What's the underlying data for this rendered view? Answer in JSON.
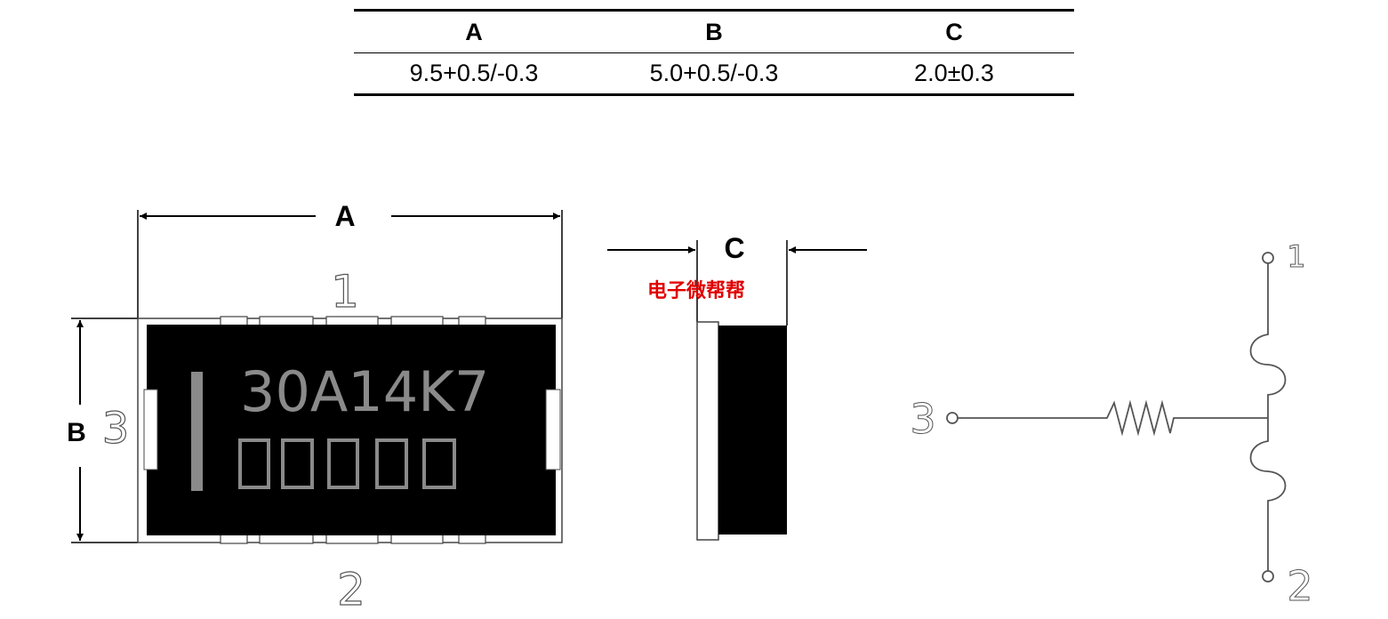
{
  "table": {
    "headers": [
      "A",
      "B",
      "C"
    ],
    "values": [
      "9.5+0.5/-0.3",
      "5.0+0.5/-0.3",
      "2.0±0.3"
    ]
  },
  "top_view": {
    "dim_a": "A",
    "dim_b": "B",
    "pin_top": "1",
    "pin_left": "3",
    "pin_bottom": "2",
    "marking_line1": "30A14K7",
    "marking_line2_boxes": 5
  },
  "side_view": {
    "dim_c": "C",
    "watermark": "电子微帮帮"
  },
  "schematic": {
    "pin1": "1",
    "pin2": "2",
    "pin3": "3"
  },
  "colors": {
    "watermark": "#e00000",
    "marking": "#8a8a8a",
    "body": "#000000"
  }
}
